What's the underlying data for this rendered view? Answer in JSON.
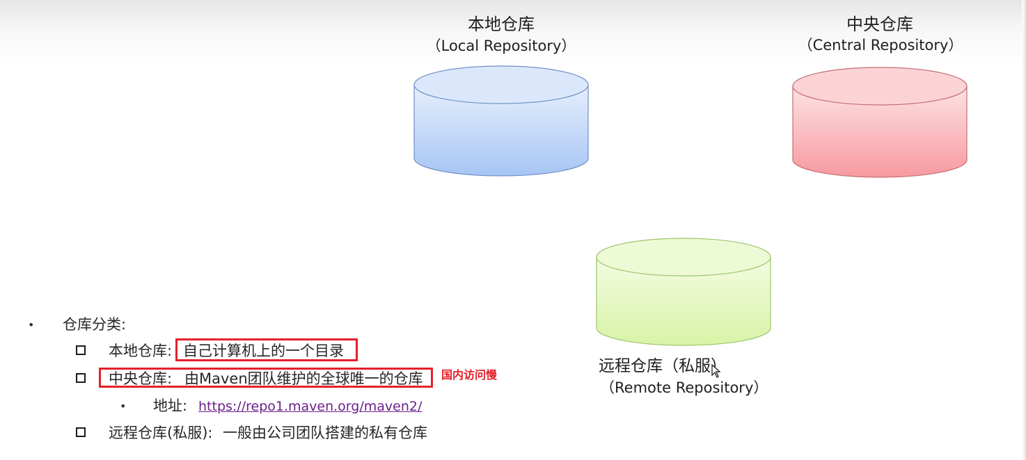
{
  "repositories": {
    "local": {
      "title": "本地仓库",
      "subtitle": "（Local Repository）",
      "color": "#a9c8f5"
    },
    "central": {
      "title": "中央仓库",
      "subtitle": "（Central Repository）",
      "color": "#f7a3a8"
    },
    "remote": {
      "title": "远程仓库（私服）",
      "subtitle": "（Remote Repository）",
      "color": "#dff5b4"
    }
  },
  "content": {
    "heading": "仓库分类:",
    "items": [
      {
        "label": "本地仓库:",
        "desc": "自己计算机上的一个目录"
      },
      {
        "label": "中央仓库:",
        "desc": "由Maven团队维护的全球唯一的仓库",
        "note": "国内访问慢"
      },
      {
        "label": "远程仓库(私服):",
        "desc": "一般由公司团队搭建的私有仓库"
      }
    ],
    "address_label": "地址:",
    "address_url": "https://repo1.maven.org/maven2/"
  },
  "colors": {
    "highlight": "#e5202a",
    "link": "#6b1f8a"
  }
}
